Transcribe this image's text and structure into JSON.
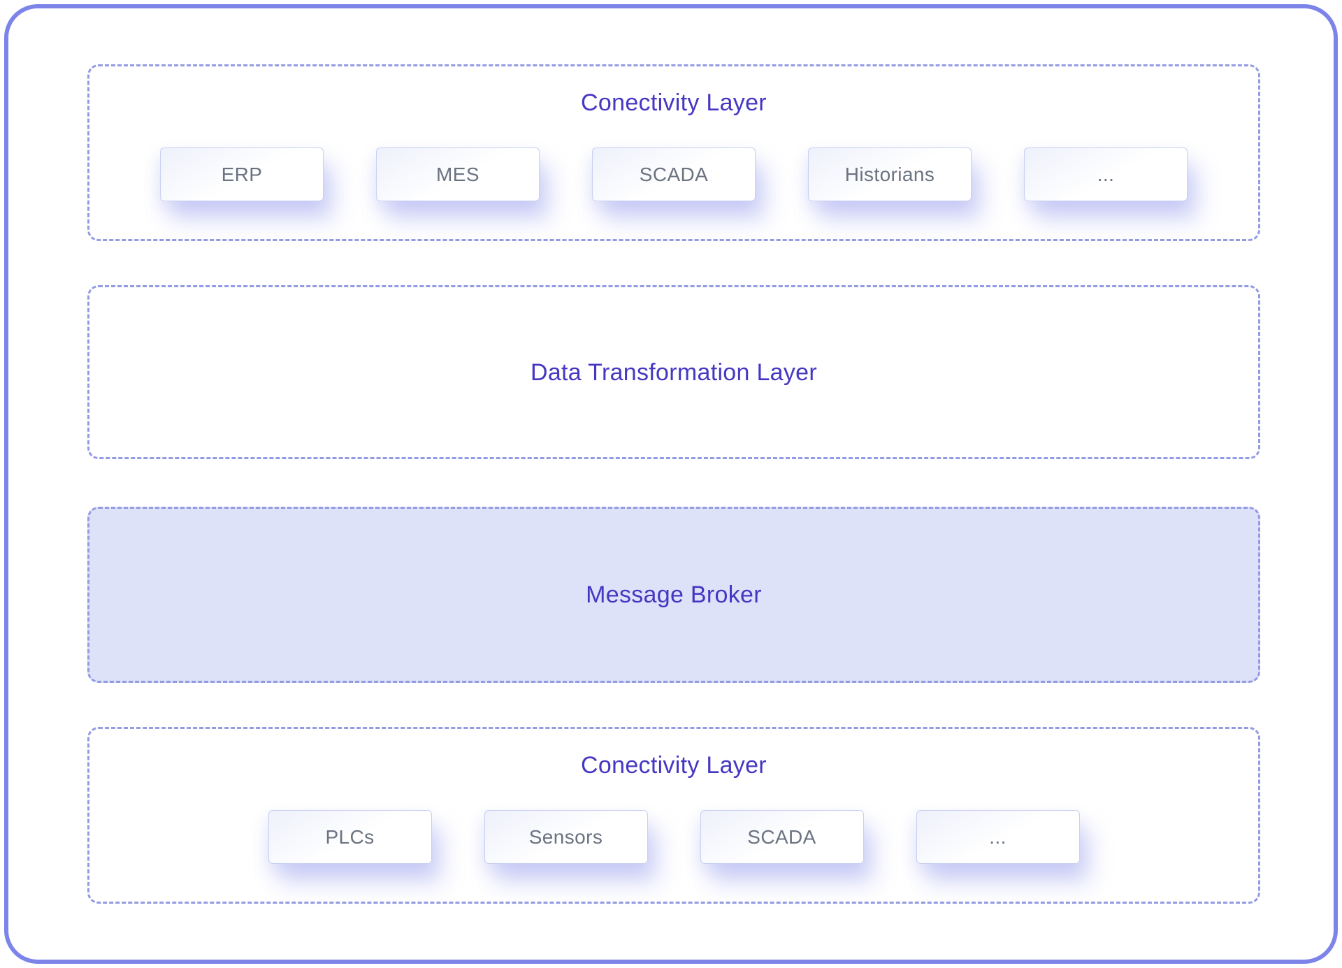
{
  "diagram": {
    "layers": [
      {
        "title": "Conectivity Layer",
        "boxes": [
          "ERP",
          "MES",
          "SCADA",
          "Historians",
          "..."
        ]
      },
      {
        "title": "Data Transformation Layer",
        "boxes": []
      },
      {
        "title": "Message Broker",
        "boxes": []
      },
      {
        "title": "Conectivity Layer",
        "boxes": [
          "PLCs",
          "Sensors",
          "SCADA",
          "..."
        ]
      }
    ],
    "colors": {
      "layer_title": "#4637c3",
      "dashed_border": "#939be2",
      "outer_border": "#7c84ea",
      "broker_fill": "#dee2f8",
      "box_label": "#6b7280",
      "box_border": "#c9cff2"
    }
  }
}
